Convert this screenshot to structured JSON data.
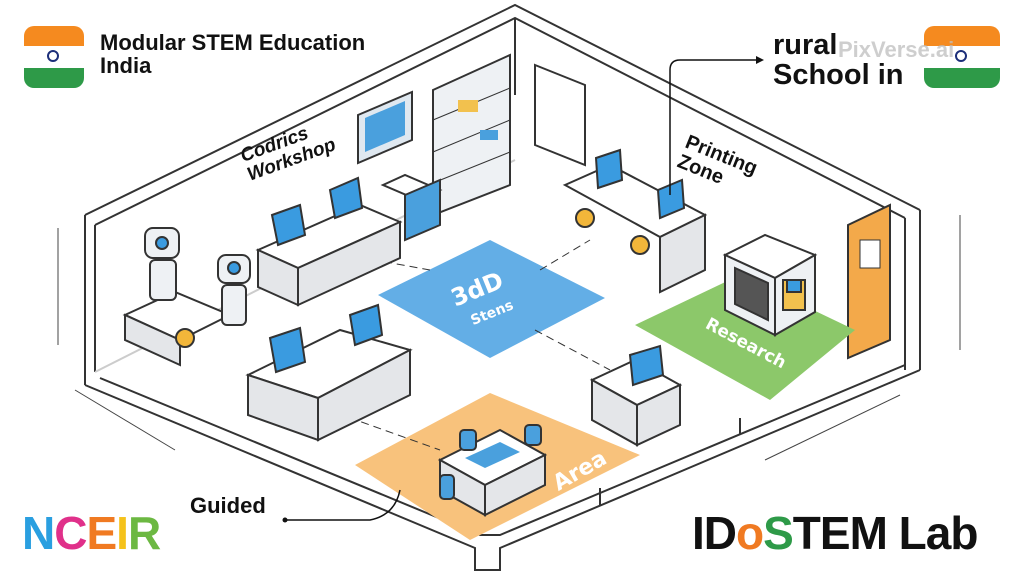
{
  "header": {
    "title_left": "Modular STEM Education India",
    "title_left_line1": "Modular STEM Education",
    "title_left_line2": "India",
    "title_right_line1": "rural",
    "title_right_line2": "School in",
    "watermark": "PixVerse.ai"
  },
  "zones": {
    "coding": "Codrics Workshop",
    "coding_line1": "Codrics",
    "coding_line2": "Workshop",
    "printing_line1": "Printing",
    "printing_line2": "Zone",
    "stem_line1": "3dD",
    "stem_line2": "Stens",
    "research": "Research",
    "area": "Area",
    "guided": "Guided"
  },
  "logos": {
    "nceir": [
      "N",
      "C",
      "E",
      "I",
      "R"
    ],
    "nceir_colors": [
      "#2a9fe0",
      "#e0308a",
      "#f07a22",
      "#f5c21b",
      "#6cb842"
    ],
    "idostem": [
      "ID",
      "o",
      "S",
      "TE",
      "M Lab"
    ],
    "idostem_colors": [
      "#111111",
      "#f07a22",
      "#2e9a48",
      "#2e9a48",
      "#111111"
    ]
  },
  "colors": {
    "stem_floor": "#63aee6",
    "research_floor": "#8cc86a",
    "area_floor": "#f8c27c",
    "screen": "#3a9be0"
  }
}
